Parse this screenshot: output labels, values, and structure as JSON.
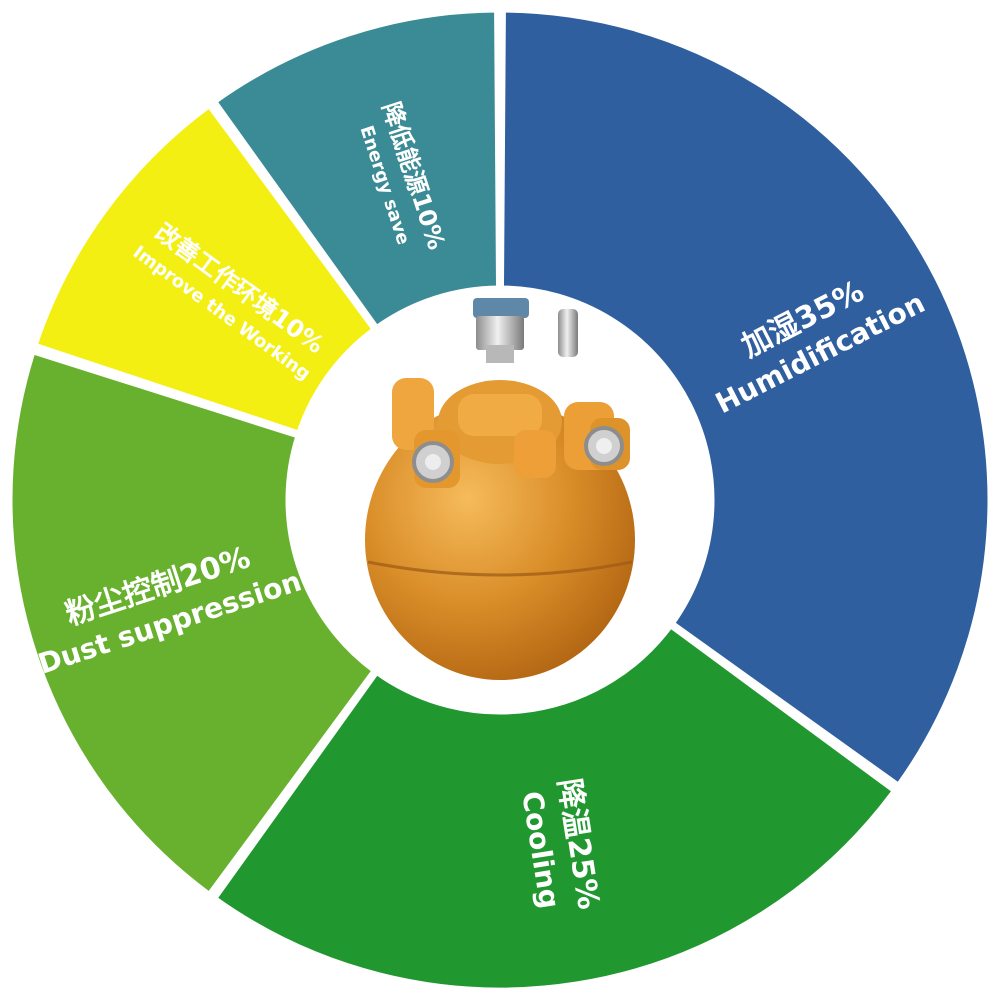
{
  "chart_data": {
    "type": "pie",
    "style": "donut",
    "labels_rotated_along_slices": true,
    "slices": [
      {
        "key": "humidification",
        "label_cn": "加湿35%",
        "label_en": "Humidification",
        "value": 35,
        "color": "#2f5f9f",
        "text_color": "#ffffff"
      },
      {
        "key": "cooling",
        "label_cn": "降温25%",
        "label_en": "Cooling",
        "value": 25,
        "color": "#20972f",
        "text_color": "#ffffff"
      },
      {
        "key": "dust_suppression",
        "label_cn": "粉尘控制20%",
        "label_en": "Dust suppression",
        "value": 20,
        "color": "#67b12e",
        "text_color": "#ffffff"
      },
      {
        "key": "improve_working",
        "label_cn": "改善工作环境10%",
        "label_en": "Improve the Working",
        "value": 10,
        "color": "#f4ef12",
        "text_color": "#111111"
      },
      {
        "key": "energy_save",
        "label_cn": "降低能源10%",
        "label_en": "Energy save",
        "value": 10,
        "color": "#3a8b95",
        "text_color": "#ffffff"
      }
    ],
    "center_image": "orange-spray-nozzle"
  }
}
